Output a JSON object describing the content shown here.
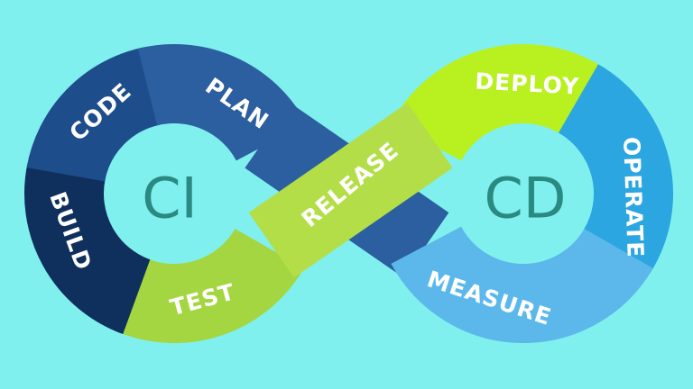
{
  "title_left": "CI",
  "title_right": "CD",
  "stages": {
    "code": {
      "label": "CODE",
      "color": "#1d4d8a"
    },
    "plan": {
      "label": "PLAN",
      "color": "#2b5fa0"
    },
    "build": {
      "label": "BUILD",
      "color": "#0f2f5c"
    },
    "test": {
      "label": "TEST",
      "color": "#a3d640"
    },
    "release": {
      "label": "RELEASE",
      "color": "#b3de48"
    },
    "deploy": {
      "label": "DEPLOY",
      "color": "#b8f020"
    },
    "operate": {
      "label": "OPERATE",
      "color": "#2ba6e0"
    },
    "measure": {
      "label": "MEASURE",
      "color": "#5cb8ea"
    }
  },
  "background": "#80f0ee"
}
